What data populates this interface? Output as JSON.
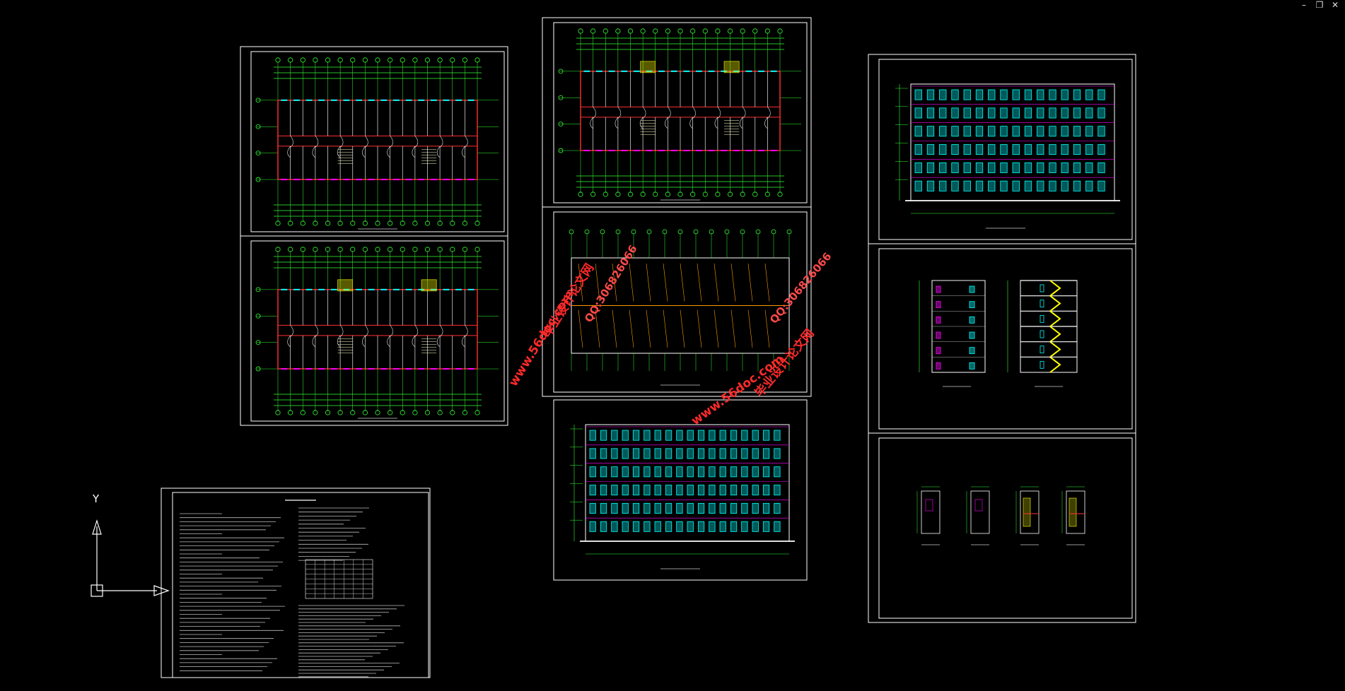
{
  "window_controls": {
    "minimize": "–",
    "restore": "❐",
    "close": "✕"
  },
  "ucs": {
    "y_label": "Y"
  },
  "sheets": [
    {
      "id": "floor-plan-1",
      "title": "",
      "kind": "plan"
    },
    {
      "id": "floor-plan-2",
      "title": "",
      "kind": "plan"
    },
    {
      "id": "floor-plan-3",
      "title": "",
      "kind": "plan"
    },
    {
      "id": "roof-plan",
      "title": "",
      "kind": "roof"
    },
    {
      "id": "elevation-front",
      "title": "",
      "kind": "elevation"
    },
    {
      "id": "elevation-main",
      "title": "",
      "kind": "elevation"
    },
    {
      "id": "section-side",
      "title": "",
      "kind": "section"
    },
    {
      "id": "details",
      "title": "",
      "kind": "details"
    },
    {
      "id": "design-notes",
      "title": "",
      "kind": "notes"
    }
  ],
  "watermarks": [
    {
      "text": "毕业设计论文网",
      "style": "a"
    },
    {
      "text": "www.56doc.com",
      "style": "a"
    },
    {
      "text": "QQ:306826066",
      "style": "b"
    },
    {
      "text": "毕业设计论文网",
      "style": "a"
    },
    {
      "text": "www.56doc.com",
      "style": "a"
    },
    {
      "text": "QQ:306826066",
      "style": "b"
    }
  ],
  "colors": {
    "background": "#000000",
    "frame": "#ffffff",
    "dimension": "#33ff33",
    "wall": "#ff3030",
    "window": "#00ffff",
    "accent": "#ff00ff",
    "stair": "#ffff00",
    "watermark": "#ff2a2a"
  }
}
